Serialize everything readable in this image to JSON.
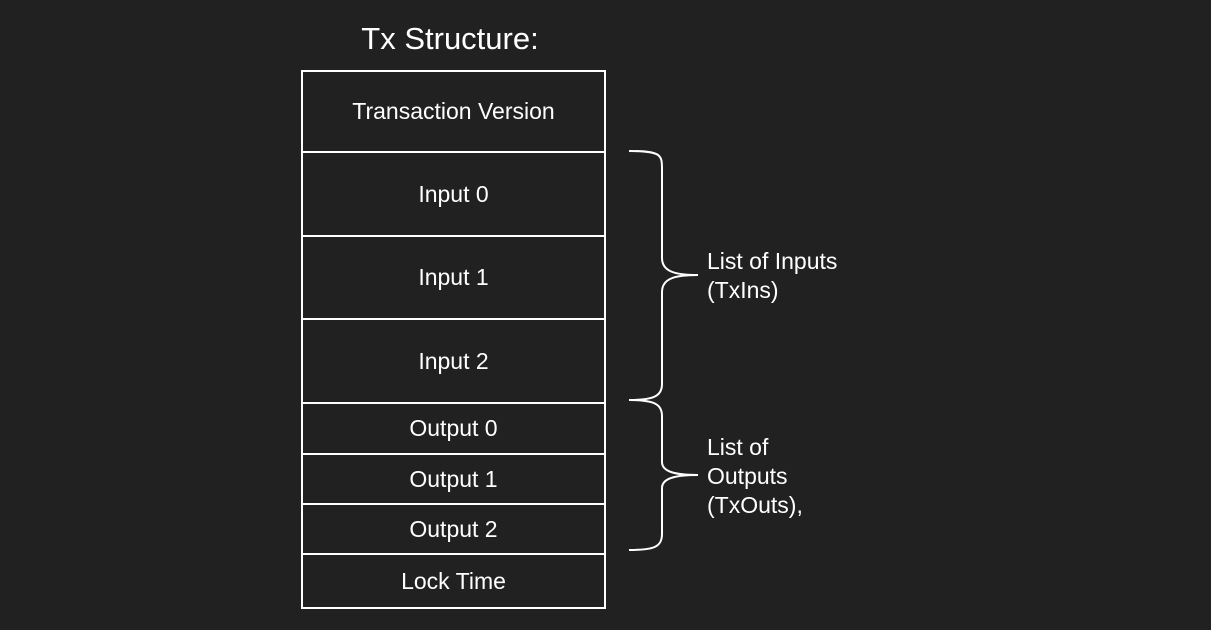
{
  "title": "Tx Structure:",
  "fields": [
    {
      "label": "Transaction Version"
    },
    {
      "label": "Input 0"
    },
    {
      "label": "Input 1"
    },
    {
      "label": "Input 2"
    },
    {
      "label": "Output 0"
    },
    {
      "label": "Output 1"
    },
    {
      "label": "Output 2"
    },
    {
      "label": "Lock Time"
    }
  ],
  "groups": {
    "inputs": {
      "line1": "List of Inputs",
      "line2": "(TxIns)"
    },
    "outputs": {
      "line1": "List of",
      "line2": "Outputs",
      "line3": "(TxOuts),"
    }
  },
  "colors": {
    "background": "#212121",
    "foreground": "#ffffff"
  }
}
